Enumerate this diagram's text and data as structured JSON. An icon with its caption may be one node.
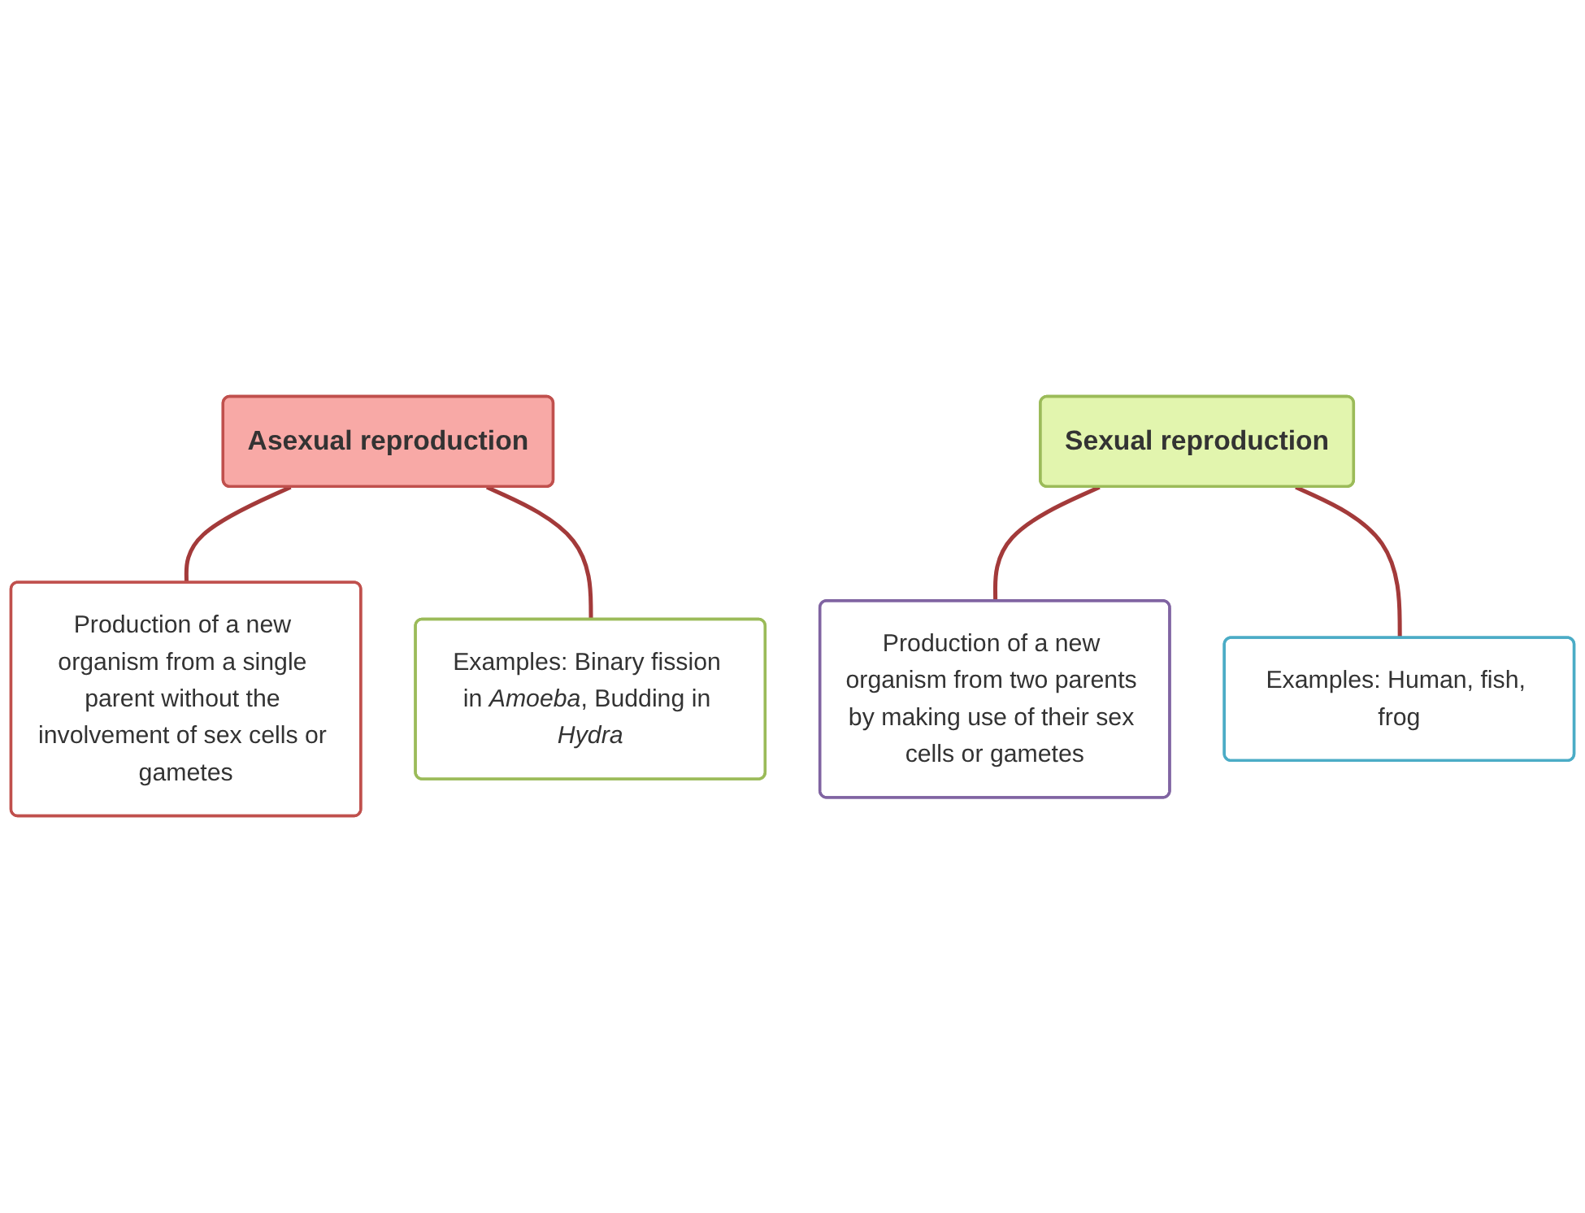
{
  "diagram": {
    "nodes": [
      {
        "text": [
          "Asexual reproduction"
        ]
      },
      {
        "text": [
          "Production of a new organism from a single parent without the involvement of sex cells or gametes"
        ]
      },
      {
        "text": [
          "Examples: Binary fission in *Amoeba*, Budding in *Hydra*"
        ]
      },
      {
        "text": [
          "Sexual reproduction"
        ]
      },
      {
        "text": [
          "Production of a new organism from two parents by making use of their sex cells or gametes"
        ]
      },
      {
        "text": [
          "Examples: Human, fish, frog"
        ]
      }
    ],
    "edges": [
      {
        "from": 0,
        "to": 1,
        "arrow": "none"
      },
      {
        "from": 0,
        "to": 2,
        "arrow": "none"
      },
      {
        "from": 3,
        "to": 4,
        "arrow": "none"
      },
      {
        "from": 3,
        "to": 5,
        "arrow": "none"
      }
    ]
  }
}
